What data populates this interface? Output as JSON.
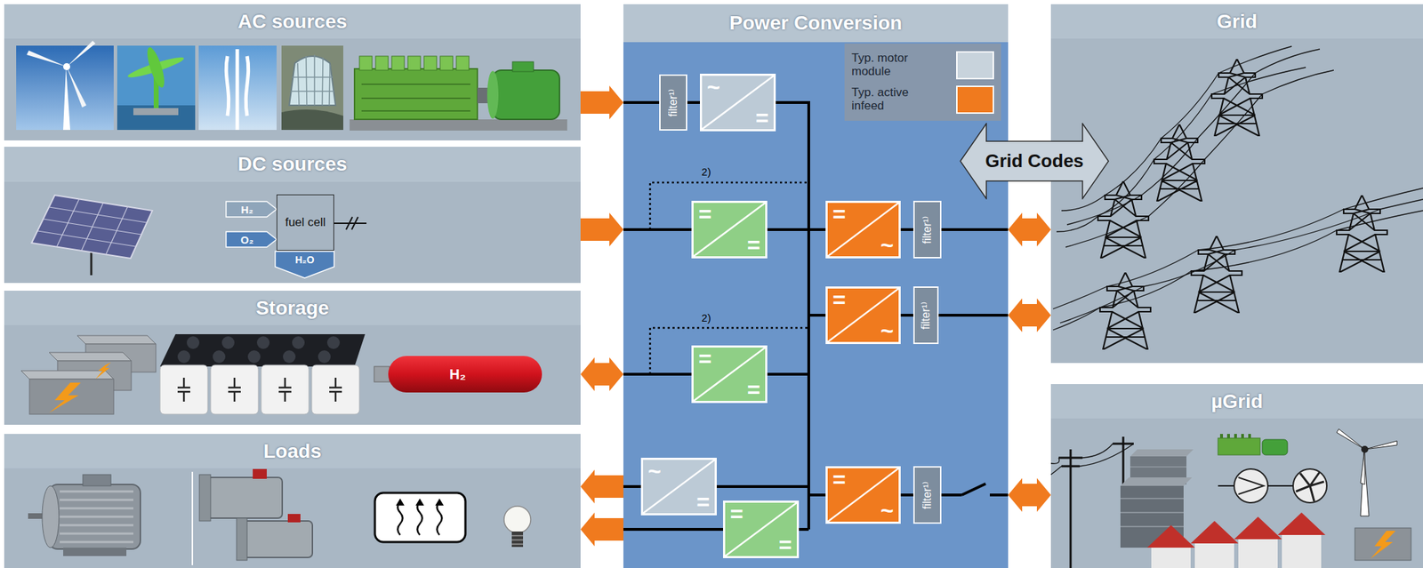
{
  "diagram": {
    "nodes": [
      {
        "text": [
          "AC sources"
        ]
      },
      {
        "text": [
          "DC sources"
        ]
      },
      {
        "text": [
          "fuel cell"
        ],
        "in": 1
      },
      {
        "text": [
          "Storage"
        ]
      },
      {
        "text": [
          "Loads"
        ]
      },
      {
        "text": [
          "Power Conversion"
        ]
      },
      {
        "text": [
          "filter¹⁾"
        ],
        "in": 5
      },
      {
        "text": [
          "~",
          "="
        ],
        "in": 5
      },
      {
        "text": [
          "=",
          "="
        ],
        "in": 5
      },
      {
        "text": [
          "=",
          "~"
        ],
        "in": 5
      },
      {
        "text": [
          "filter¹⁾"
        ],
        "in": 5
      },
      {
        "text": [
          "=",
          "~"
        ],
        "in": 5
      },
      {
        "text": [
          "filter¹⁾"
        ],
        "in": 5
      },
      {
        "text": [
          "=",
          "="
        ],
        "in": 5
      },
      {
        "text": [
          "~",
          "="
        ],
        "in": 5
      },
      {
        "text": [
          "=",
          "="
        ],
        "in": 5
      },
      {
        "text": [
          "=",
          "~"
        ],
        "in": 5
      },
      {
        "text": [
          "filter¹⁾"
        ],
        "in": 5
      },
      {
        "text": [
          "Grid Codes"
        ]
      },
      {
        "text": [
          "Grid"
        ]
      },
      {
        "text": [
          "µGrid"
        ]
      }
    ],
    "edges": [
      {
        "from": 0,
        "to": 5,
        "arrow": "to"
      },
      {
        "from": 1,
        "to": 5,
        "arrow": "to"
      },
      {
        "from": 3,
        "to": 5,
        "arrow": "both"
      },
      {
        "from": 5,
        "to": 4,
        "arrow": "to"
      },
      {
        "from": 5,
        "to": 4,
        "arrow": "to"
      },
      {
        "from": 5,
        "to": 19,
        "arrow": "both"
      },
      {
        "from": 5,
        "to": 19,
        "arrow": "both"
      },
      {
        "from": 5,
        "to": 20,
        "arrow": "both"
      },
      {
        "from": 6,
        "to": 7,
        "arrow": "none"
      },
      {
        "from": 8,
        "to": 9,
        "arrow": "none"
      },
      {
        "from": 9,
        "to": 10,
        "arrow": "none"
      },
      {
        "from": 11,
        "to": 12,
        "arrow": "none"
      },
      {
        "from": 16,
        "to": 17,
        "arrow": "none"
      }
    ],
    "labels": [
      "H₂",
      "O₂",
      "H₂O",
      "H₂",
      "2)",
      "2)"
    ],
    "legend": [
      {
        "text": "Typ. motor module",
        "color": "#c8d3dc"
      },
      {
        "text": "Typ. active infeed",
        "color": "#f07a1e"
      }
    ]
  }
}
